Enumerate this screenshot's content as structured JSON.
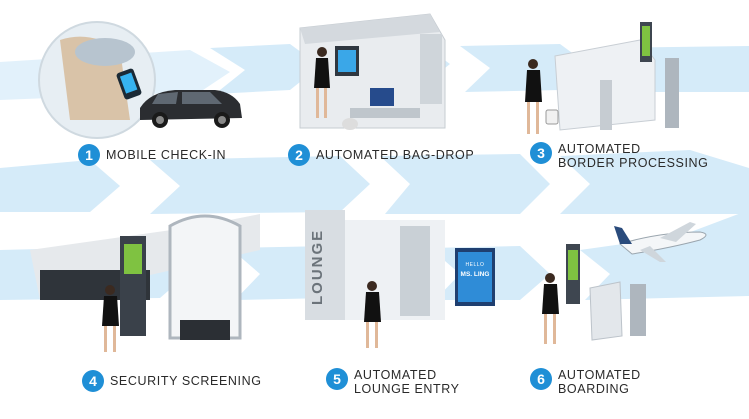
{
  "steps": [
    {
      "number": "1",
      "lines": [
        "MOBILE CHECK-IN"
      ]
    },
    {
      "number": "2",
      "lines": [
        "AUTOMATED BAG-DROP"
      ]
    },
    {
      "number": "3",
      "lines": [
        "AUTOMATED",
        "BORDER PROCESSING"
      ]
    },
    {
      "number": "4",
      "lines": [
        "SECURITY SCREENING"
      ]
    },
    {
      "number": "5",
      "lines": [
        "AUTOMATED",
        "LOUNGE ENTRY"
      ]
    },
    {
      "number": "6",
      "lines": [
        "AUTOMATED",
        "BOARDING"
      ]
    }
  ],
  "lounge": {
    "wall_sign": "LOUNGE",
    "screen_greeting": "HELLO",
    "screen_name": "MS. LING"
  },
  "colors": {
    "accent": "#1f8fd6",
    "flow_band": "#cfe8f8",
    "scanner_green": "#7fc241"
  },
  "icons": [
    "smartphone-icon",
    "car-icon",
    "bag-drop-kiosk-icon",
    "border-gate-icon",
    "security-scanner-icon",
    "lounge-door-icon",
    "boarding-gate-icon",
    "airplane-icon"
  ]
}
